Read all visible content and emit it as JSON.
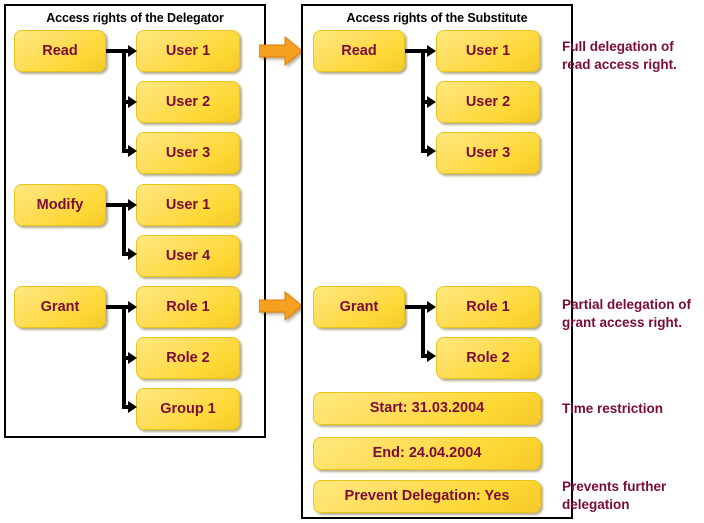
{
  "diagram": {
    "title": "Access rights delegation diagram",
    "colors": {
      "box_fill_light": "#ffe97f",
      "box_fill_dark": "#f7c927",
      "box_text": "#7b0c36",
      "connector": "#000000",
      "orange_arrow": "#F5A01E",
      "panel_border": "#000000",
      "background": "#ffffff"
    }
  },
  "panels": {
    "delegator": {
      "title": "Access rights of the Delegator",
      "groups": [
        {
          "right_label": "Read",
          "targets": [
            "User 1",
            "User 2",
            "User 3"
          ]
        },
        {
          "right_label": "Modify",
          "targets": [
            "User 1",
            "User 4"
          ]
        },
        {
          "right_label": "Grant",
          "targets": [
            "Role 1",
            "Role 2",
            "Group 1"
          ]
        }
      ]
    },
    "substitute": {
      "title": "Access rights of the Substitute",
      "groups": [
        {
          "right_label": "Read",
          "targets": [
            "User 1",
            "User 2",
            "User 3"
          ]
        },
        {
          "right_label": "Grant",
          "targets": [
            "Role 1",
            "Role 2"
          ]
        }
      ],
      "attributes": [
        {
          "label": "Start: 31.03.2004"
        },
        {
          "label": "End: 24.04.2004"
        },
        {
          "label": "Prevent Delegation: Yes"
        }
      ]
    }
  },
  "transfer_arrows": [
    {
      "name": "read-transfer-arrow"
    },
    {
      "name": "grant-transfer-arrow"
    }
  ],
  "notes": [
    {
      "id": "note-read",
      "text": "Full delegation of read access right."
    },
    {
      "id": "note-grant",
      "text": "Partial delegation of grant access right."
    },
    {
      "id": "note-time",
      "text": "Time restriction"
    },
    {
      "id": "note-prevent",
      "text": "Prevents further delegation"
    }
  ]
}
